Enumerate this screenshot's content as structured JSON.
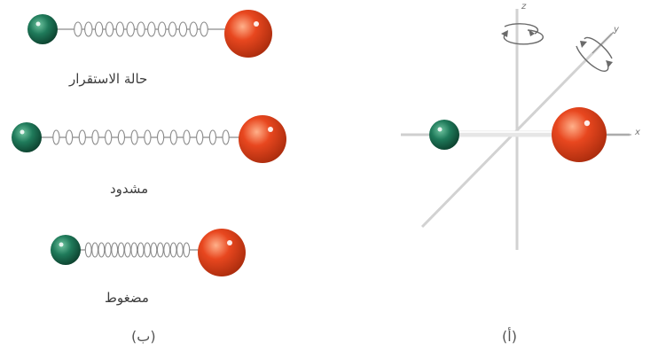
{
  "panel_b": {
    "caption": "(ب)",
    "states": [
      {
        "label": "حالة الاستقرار"
      },
      {
        "label": "مشدود"
      },
      {
        "label": "مضغوط"
      }
    ]
  },
  "panel_a": {
    "caption": "(أ)",
    "axes": {
      "x": "x",
      "y": "y",
      "z": "z"
    }
  },
  "colors": {
    "small_atom": "#1f7a5a",
    "large_atom": "#e2431f",
    "spring": "#8a8a8a",
    "axis": "#c9c9c9"
  }
}
